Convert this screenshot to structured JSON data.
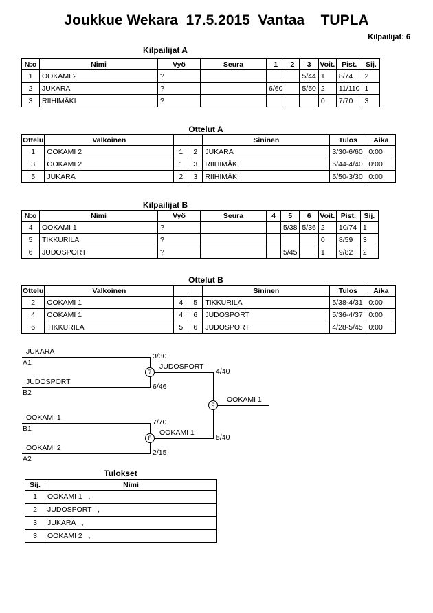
{
  "title": "Joukkue Wekara  17.5.2015  Vantaa    TUPLA",
  "competitors_count_label": "Kilpailijat: 6",
  "colors": {
    "text": "#000000",
    "border": "#000000",
    "background": "#ffffff"
  },
  "tables": {
    "kilpailijat_a": {
      "section_title": "Kilpailijat A",
      "headers": [
        "N:o",
        "Nimi",
        "Vyö",
        "Seura",
        "1",
        "2",
        "3",
        "Voit.",
        "Pist.",
        "Sij."
      ],
      "rows": [
        [
          "1",
          "OOKAMI 2",
          "?",
          "",
          "",
          "",
          "5/44",
          "1",
          "8/74",
          "2"
        ],
        [
          "2",
          "JUKARA",
          "?",
          "",
          "6/60",
          "",
          "5/50",
          "2",
          "11/110",
          "1"
        ],
        [
          "3",
          "RIIHIMÄKI",
          "?",
          "",
          "",
          "",
          "",
          "0",
          "7/70",
          "3"
        ]
      ]
    },
    "ottelut_a": {
      "section_title": "Ottelut A",
      "headers": [
        "Ottelu",
        "Valkoinen",
        "",
        "",
        "Sininen",
        "Tulos",
        "Aika"
      ],
      "rows": [
        [
          "1",
          "OOKAMI 2",
          "1",
          "2",
          "JUKARA",
          "3/30-6/60",
          "0:00"
        ],
        [
          "3",
          "OOKAMI 2",
          "1",
          "3",
          "RIIHIMÄKI",
          "5/44-4/40",
          "0:00"
        ],
        [
          "5",
          "JUKARA",
          "2",
          "3",
          "RIIHIMÄKI",
          "5/50-3/30",
          "0:00"
        ]
      ]
    },
    "kilpailijat_b": {
      "section_title": "Kilpailijat B",
      "headers": [
        "N:o",
        "Nimi",
        "Vyö",
        "Seura",
        "4",
        "5",
        "6",
        "Voit.",
        "Pist.",
        "Sij."
      ],
      "rows": [
        [
          "4",
          "OOKAMI 1",
          "?",
          "",
          "",
          "5/38",
          "5/36",
          "2",
          "10/74",
          "1"
        ],
        [
          "5",
          "TIKKURILA",
          "?",
          "",
          "",
          "",
          "",
          "0",
          "8/59",
          "3"
        ],
        [
          "6",
          "JUDOSPORT",
          "?",
          "",
          "",
          "5/45",
          "",
          "1",
          "9/82",
          "2"
        ]
      ]
    },
    "ottelut_b": {
      "section_title": "Ottelut B",
      "headers": [
        "Ottelu",
        "Valkoinen",
        "",
        "",
        "Sininen",
        "Tulos",
        "Aika"
      ],
      "rows": [
        [
          "2",
          "OOKAMI 1",
          "4",
          "5",
          "TIKKURILA",
          "5/38-4/31",
          "0:00"
        ],
        [
          "4",
          "OOKAMI 1",
          "4",
          "6",
          "JUDOSPORT",
          "5/36-4/37",
          "0:00"
        ],
        [
          "6",
          "TIKKURILA",
          "5",
          "6",
          "JUDOSPORT",
          "4/28-5/45",
          "0:00"
        ]
      ]
    },
    "tulokset": {
      "section_title": "Tulokset",
      "headers": [
        "Sij.",
        "Nimi"
      ],
      "rows": [
        [
          "1",
          "OOKAMI 1   ,"
        ],
        [
          "2",
          "JUDOSPORT   ,"
        ],
        [
          "3",
          "JUKARA   ,"
        ],
        [
          "3",
          "OOKAMI 2   ,"
        ]
      ]
    }
  },
  "bracket": {
    "semifinal_1": {
      "match_no": "7",
      "top": {
        "name": "JUKARA",
        "seed": "A1",
        "score": "3/30"
      },
      "bottom": {
        "name": "JUDOSPORT",
        "seed": "B2",
        "score": "6/46"
      },
      "winner": {
        "name": "JUDOSPORT",
        "score": "4/40"
      }
    },
    "semifinal_2": {
      "match_no": "8",
      "top": {
        "name": "OOKAMI 1",
        "seed": "B1",
        "score": "7/70"
      },
      "bottom": {
        "name": "OOKAMI 2",
        "seed": "A2",
        "score": "2/15"
      },
      "winner": {
        "name": "OOKAMI 1",
        "score": "5/40"
      }
    },
    "final": {
      "match_no": "9",
      "winner": {
        "name": "OOKAMI 1"
      }
    }
  }
}
